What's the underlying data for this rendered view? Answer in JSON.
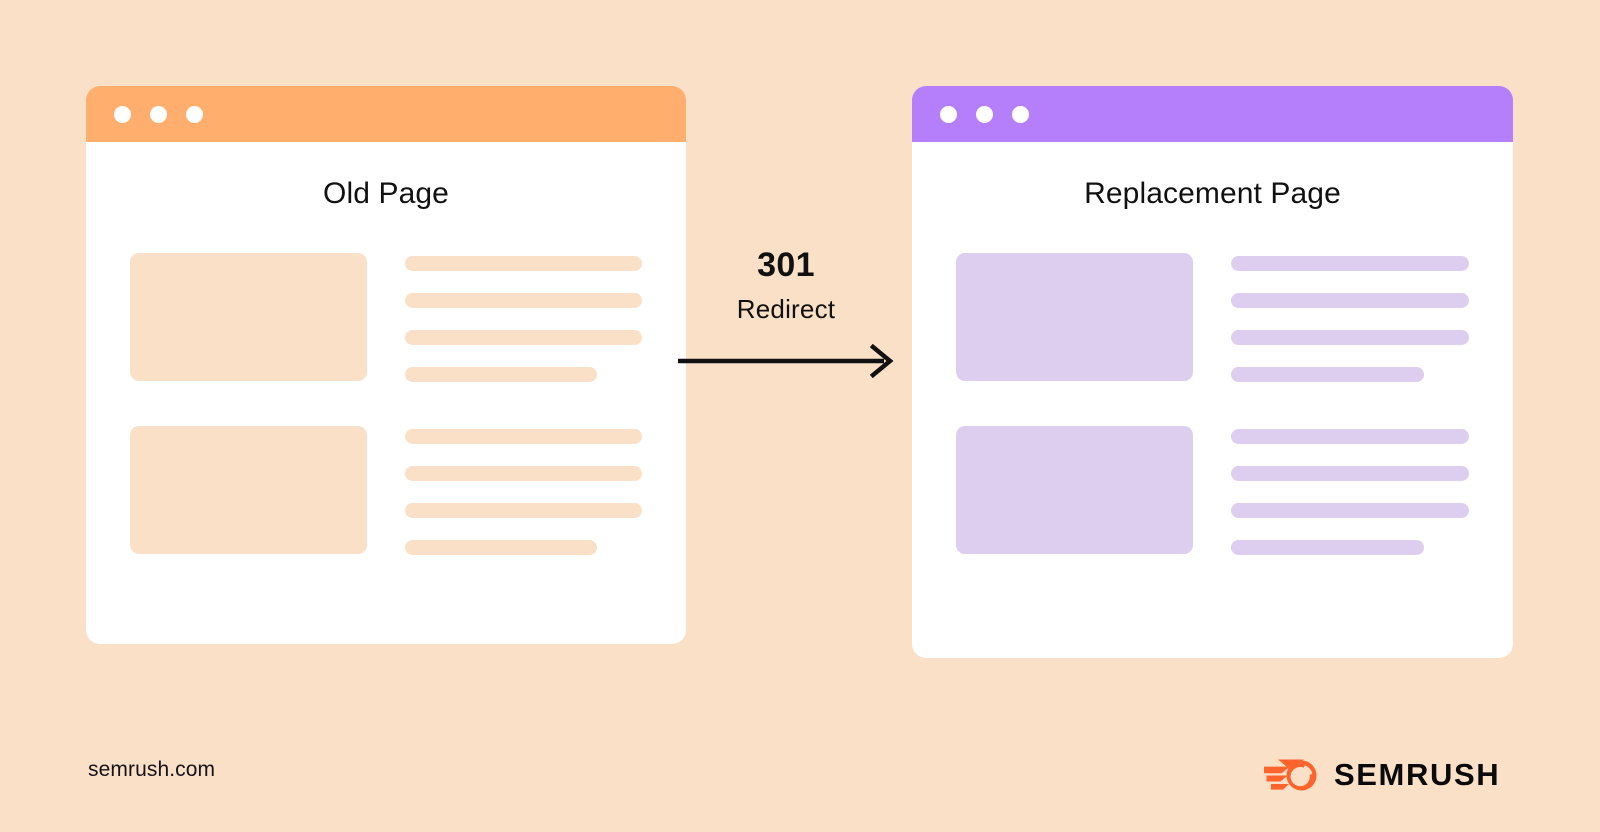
{
  "background_color": "#fbe0c8",
  "diagram": {
    "type": "301-redirect-illustration",
    "windows": [
      {
        "id": "old",
        "title": "Old Page",
        "titlebar_color": "#ffae6e",
        "placeholder_color": "#fbe0c8",
        "dots": [
          "window-dot",
          "window-dot",
          "window-dot"
        ],
        "blocks": [
          {
            "thumbnail": "image-placeholder",
            "lines": [
              "full",
              "full",
              "full",
              "short"
            ]
          },
          {
            "thumbnail": "image-placeholder",
            "lines": [
              "full",
              "full",
              "full",
              "short"
            ]
          }
        ]
      },
      {
        "id": "new",
        "title": "Replacement Page",
        "titlebar_color": "#b57ffb",
        "placeholder_color": "#ddcef0",
        "dots": [
          "window-dot",
          "window-dot",
          "window-dot"
        ],
        "blocks": [
          {
            "thumbnail": "image-placeholder",
            "lines": [
              "full",
              "full",
              "full",
              "short"
            ]
          },
          {
            "thumbnail": "image-placeholder",
            "lines": [
              "full",
              "full",
              "full",
              "short"
            ]
          }
        ]
      }
    ],
    "connector": {
      "code": "301",
      "label": "Redirect",
      "arrow": "arrow-right-icon",
      "arrow_color": "#111111"
    }
  },
  "footer": {
    "url": "semrush.com",
    "logo": {
      "mark": "semrush-comet-icon",
      "mark_color": "#ff642d",
      "wordmark": "SEMRUSH",
      "wordmark_color": "#0b0b0b"
    }
  }
}
